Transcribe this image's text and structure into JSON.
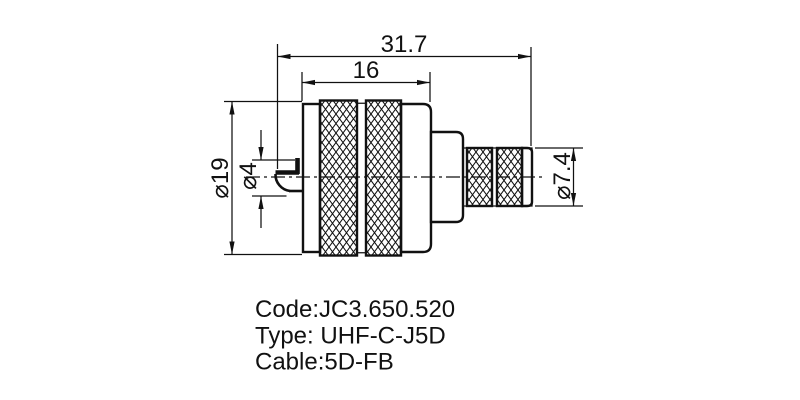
{
  "drawing": {
    "background": "#ffffff",
    "line_color": "#111111",
    "component": "coaxial-connector-side-view",
    "dimensions": {
      "overall_length": "31.7",
      "coupling_nut_length": "16",
      "body_diameter": "⌀19",
      "contact_diameter": "⌀4",
      "ferrule_diameter": "⌀7.4"
    },
    "title_block": {
      "code_line": "Code:JC3.650.520",
      "type_line": "Type: UHF-C-J5D",
      "cable_line": "Cable:5D-FB"
    }
  }
}
